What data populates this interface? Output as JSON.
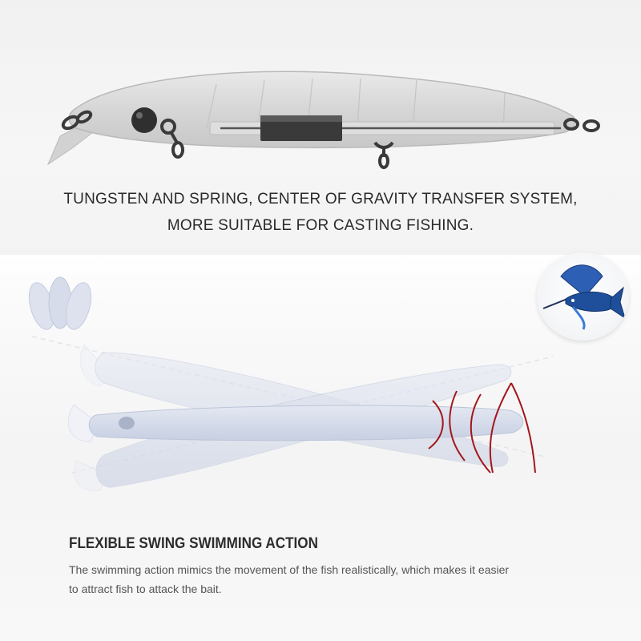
{
  "top_section": {
    "headline_line1": "TUNGSTEN AND SPRING, CENTER OF GRAVITY TRANSFER SYSTEM,",
    "headline_line2": "MORE SUITABLE FOR CASTING FISHING."
  },
  "bottom_section": {
    "title": "FLEXIBLE SWING SWIMMING ACTION",
    "description_line1": "The swimming action mimics the movement of the fish realistically, which makes it easier",
    "description_line2": "to attract fish to attack the bait."
  },
  "badge": {
    "icon": "sailfish-icon",
    "color": "#1f4f9a"
  },
  "colors": {
    "swing_arc": "#a3161b",
    "lure_body": "#c9d2e6"
  }
}
